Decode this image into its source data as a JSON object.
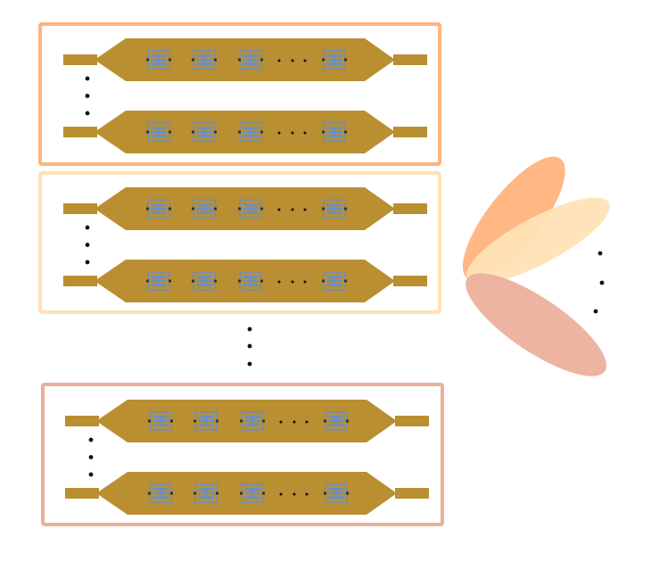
{
  "colors": {
    "background": "#ffffff",
    "line_body": "#b98f31",
    "element_blue": "#6b8fc4",
    "dot": "#111111",
    "group_1": "#ffb37d",
    "group_2": "#ffe2b5",
    "group_3": "#ebb09c"
  },
  "groups": [
    {
      "name": "group-1",
      "color_key": "group_1",
      "lines": [
        {
          "elements": 5
        },
        {
          "elements": 5
        }
      ]
    },
    {
      "name": "group-2",
      "color_key": "group_2",
      "lines": [
        {
          "elements": 5
        },
        {
          "elements": 5
        }
      ]
    },
    {
      "name": "group-3",
      "color_key": "group_3",
      "lines": [
        {
          "elements": 5
        },
        {
          "elements": 5
        }
      ]
    }
  ],
  "beams": [
    {
      "name": "beam-1",
      "color_key": "group_1"
    },
    {
      "name": "beam-2",
      "color_key": "group_2"
    },
    {
      "name": "beam-3",
      "color_key": "group_3"
    }
  ]
}
